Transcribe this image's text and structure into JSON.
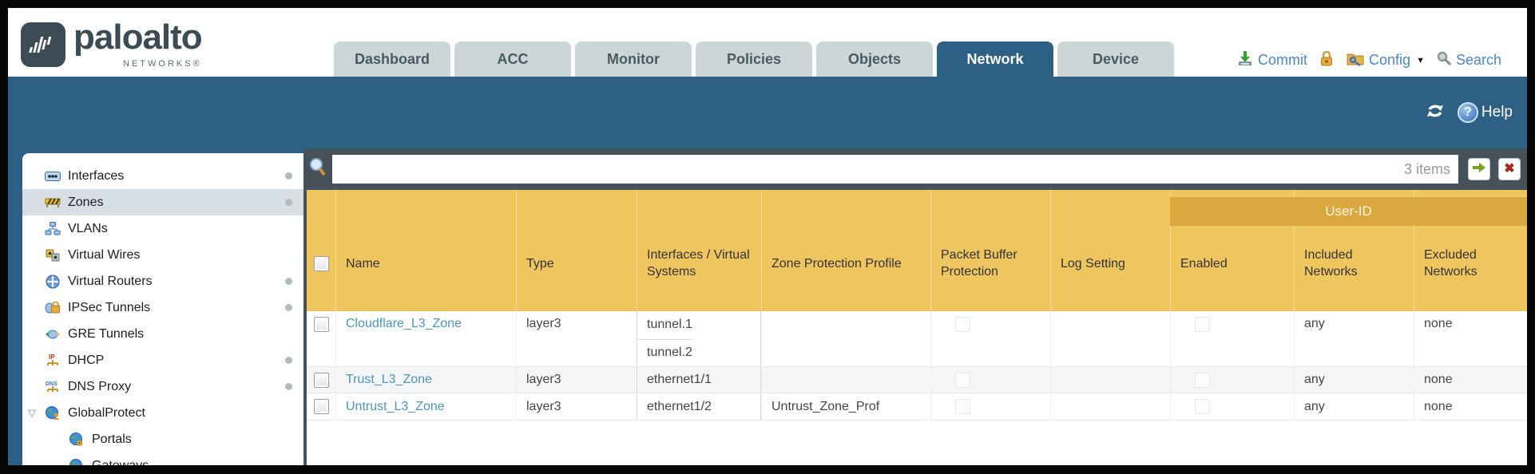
{
  "header": {
    "brand": "paloalto",
    "brand_sub": "NETWORKS®",
    "tabs": [
      {
        "label": "Dashboard",
        "active": false
      },
      {
        "label": "ACC",
        "active": false
      },
      {
        "label": "Monitor",
        "active": false
      },
      {
        "label": "Policies",
        "active": false
      },
      {
        "label": "Objects",
        "active": false
      },
      {
        "label": "Network",
        "active": true
      },
      {
        "label": "Device",
        "active": false
      }
    ],
    "actions": {
      "commit": "Commit",
      "config": "Config",
      "search": "Search"
    }
  },
  "toolbar": {
    "help": "Help"
  },
  "sidebar": {
    "items": [
      {
        "label": "Interfaces",
        "dot": true,
        "selected": false
      },
      {
        "label": "Zones",
        "dot": true,
        "selected": true
      },
      {
        "label": "VLANs",
        "dot": false,
        "selected": false
      },
      {
        "label": "Virtual Wires",
        "dot": false,
        "selected": false
      },
      {
        "label": "Virtual Routers",
        "dot": true,
        "selected": false
      },
      {
        "label": "IPSec Tunnels",
        "dot": true,
        "selected": false
      },
      {
        "label": "GRE Tunnels",
        "dot": false,
        "selected": false
      },
      {
        "label": "DHCP",
        "dot": true,
        "selected": false
      },
      {
        "label": "DNS Proxy",
        "dot": true,
        "selected": false
      },
      {
        "label": "GlobalProtect",
        "dot": false,
        "selected": false,
        "expanded": true
      },
      {
        "label": "Portals",
        "dot": false,
        "selected": false,
        "child": true
      },
      {
        "label": "Gateways",
        "dot": false,
        "selected": false,
        "child": true
      }
    ]
  },
  "filter": {
    "value": "",
    "count": "3 items"
  },
  "table": {
    "group_header": "User-ID",
    "columns": [
      "Name",
      "Type",
      "Interfaces / Virtual Systems",
      "Zone Protection Profile",
      "Packet Buffer Protection",
      "Log Setting",
      "Enabled",
      "Included Networks",
      "Excluded Networks"
    ],
    "rows": [
      {
        "name": "Cloudflare_L3_Zone",
        "type": "layer3",
        "interfaces": [
          "tunnel.1",
          "tunnel.2"
        ],
        "zone_protection_profile": "",
        "packet_buffer_protection": false,
        "log_setting": "",
        "enabled": false,
        "included_networks": "any",
        "excluded_networks": "none"
      },
      {
        "name": "Trust_L3_Zone",
        "type": "layer3",
        "interfaces": [
          "ethernet1/1"
        ],
        "zone_protection_profile": "",
        "packet_buffer_protection": false,
        "log_setting": "",
        "enabled": false,
        "included_networks": "any",
        "excluded_networks": "none"
      },
      {
        "name": "Untrust_L3_Zone",
        "type": "layer3",
        "interfaces": [
          "ethernet1/2"
        ],
        "zone_protection_profile": "Untrust_Zone_Prof",
        "packet_buffer_protection": false,
        "log_setting": "",
        "enabled": false,
        "included_networks": "any",
        "excluded_networks": "none"
      }
    ]
  },
  "colors": {
    "teal_band": "#2e6085",
    "header_gold": "#efc560",
    "user_id_band_gold": "#d9a83e",
    "link_blue": "#4e94bc",
    "action_blue": "#4a86c8",
    "filter_band": "#46515a",
    "brand_dark": "#3d4b54"
  }
}
